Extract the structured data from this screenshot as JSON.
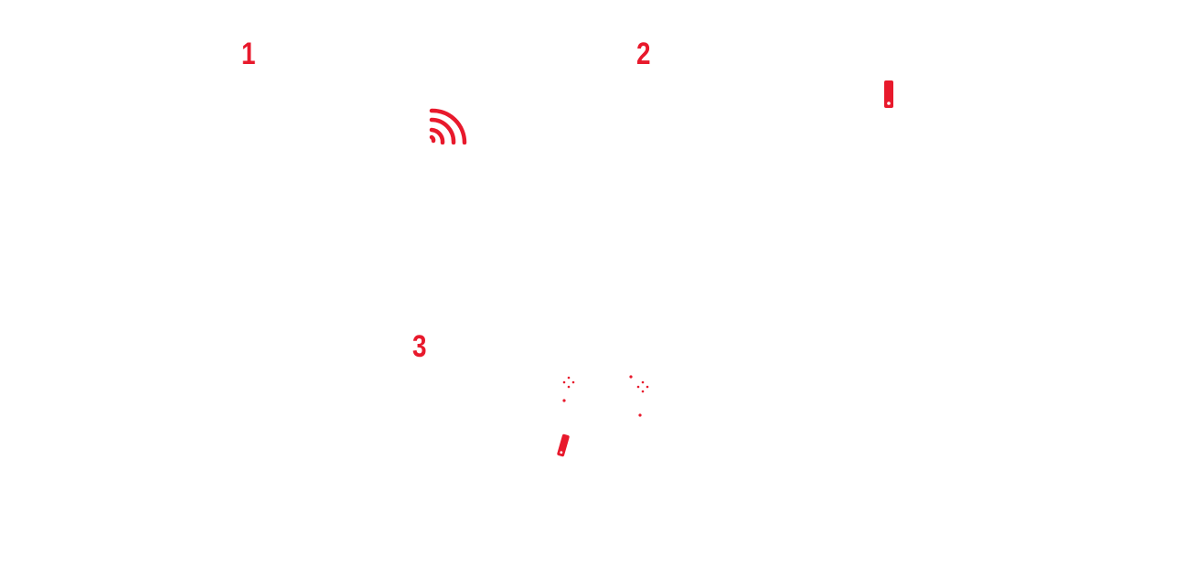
{
  "steps": [
    {
      "number": "1"
    },
    {
      "number": "2"
    },
    {
      "number": "3"
    }
  ],
  "icons": {
    "signal": "signal-waves-icon",
    "alert_upright": "exclamation-icon",
    "sparkle_left": "sparkle-icon",
    "sparkle_right": "sparkle-icon",
    "alert_tilted": "exclamation-icon"
  },
  "colors": {
    "accent": "#e8192c",
    "background": "#ffffff"
  }
}
